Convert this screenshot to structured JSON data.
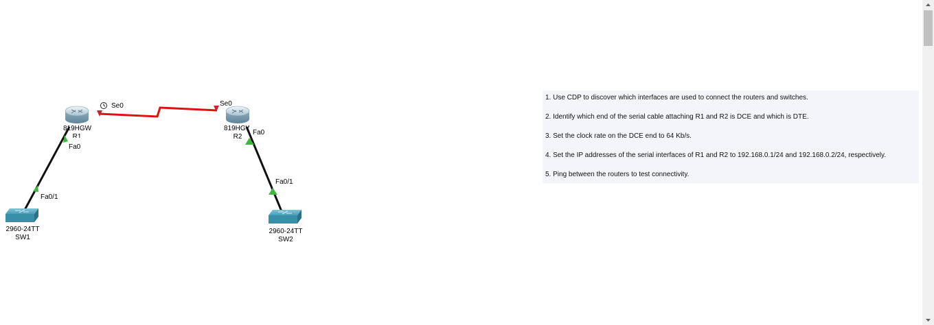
{
  "topology": {
    "devices": [
      {
        "id": "r1",
        "model": "819HGW",
        "name": "R1",
        "icon": "router-icon"
      },
      {
        "id": "r2",
        "model": "819HGW",
        "name": "R2",
        "icon": "router-icon"
      },
      {
        "id": "sw1",
        "model": "2960-24TT",
        "name": "SW1",
        "icon": "switch-icon"
      },
      {
        "id": "sw2",
        "model": "2960-24TT",
        "name": "SW2",
        "icon": "switch-icon"
      }
    ],
    "links": [
      {
        "from": "r1",
        "to": "r2",
        "type": "serial",
        "color": "#e01010",
        "from_port": "Se0",
        "to_port": "Se0",
        "clock_icon": "clock-icon"
      },
      {
        "from": "r1",
        "to": "sw1",
        "type": "copper",
        "color": "#111111",
        "from_port": "Fa0",
        "to_port": "Fa0/1"
      },
      {
        "from": "r2",
        "to": "sw2",
        "type": "copper",
        "color": "#111111",
        "from_port": "Fa0",
        "to_port": "Fa0/1"
      }
    ],
    "link_up_color": "#3cb83c",
    "link_down_color": "#d0222c"
  },
  "instructions": [
    "1. Use CDP  to discover which interfaces are used to connect the routers and switches.",
    "2. Identify which end of the serial cable attaching R1 and R2 is DCE and which is DTE.",
    "3. Set the clock rate on the DCE end to 64 Kb/s.",
    "4. Set the IP addresses of the serial interfaces of R1 and R2 to 192.168.0.1/24 and 192.168.0.2/24, respectively.",
    "5. Ping between the routers to test connectivity."
  ],
  "colors": {
    "notes_background": "#f4f5fb",
    "router_body": "#9ab8c8",
    "switch_body": "#3a8fa8"
  }
}
